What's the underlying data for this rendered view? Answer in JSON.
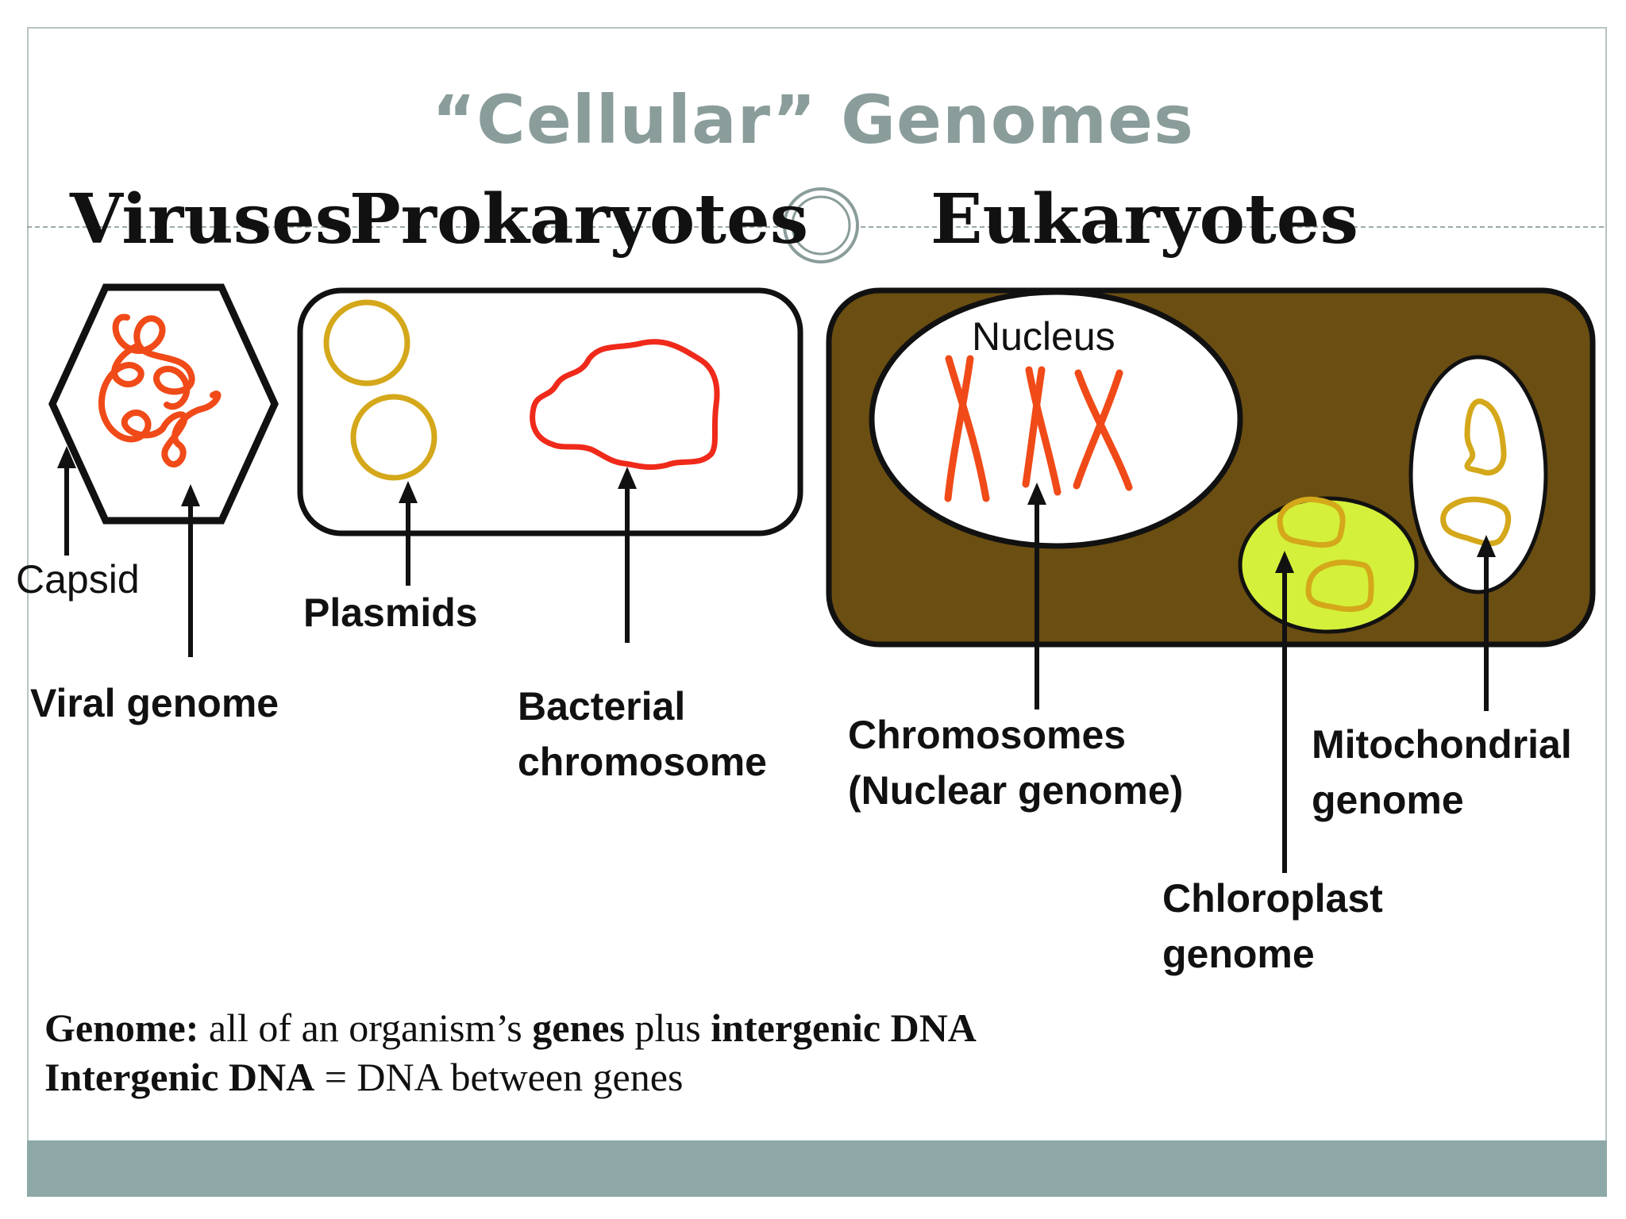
{
  "title": "“Cellular” Genomes",
  "headers": {
    "viruses": "Viruses",
    "prokaryotes": "Prokaryotes",
    "eukaryotes": "Eukaryotes"
  },
  "labels": {
    "capsid": "Capsid",
    "viral_genome": "Viral genome",
    "plasmids": "Plasmids",
    "bacterial_chromosome_line1": "Bacterial",
    "bacterial_chromosome_line2": "chromosome",
    "nucleus": "Nucleus",
    "chromosomes_line1": "Chromosomes",
    "chromosomes_line2": "(Nuclear genome)",
    "mitochondrial_line1": "Mitochondrial",
    "mitochondrial_line2": "genome",
    "chloroplast_line1": "Chloroplast",
    "chloroplast_line2": "genome"
  },
  "definitions": {
    "genome_term": "Genome:",
    "genome_text1": " all of an organism’s ",
    "genome_genes": "genes",
    "genome_text2": " plus ",
    "genome_intergenic": "intergenic DNA",
    "intergenic_term": "Intergenic DNA",
    "intergenic_text": " = DNA between genes"
  },
  "colors": {
    "title": "#8a9d9b",
    "footer_band": "#8ea8a8",
    "eukaryote_cytoplasm": "#6b4e12",
    "chloroplast_fill": "#d4f03a",
    "dna_red": "#f04a18",
    "plasmid_gold": "#d4a81a",
    "organelle_dna": "#d4a81a"
  }
}
